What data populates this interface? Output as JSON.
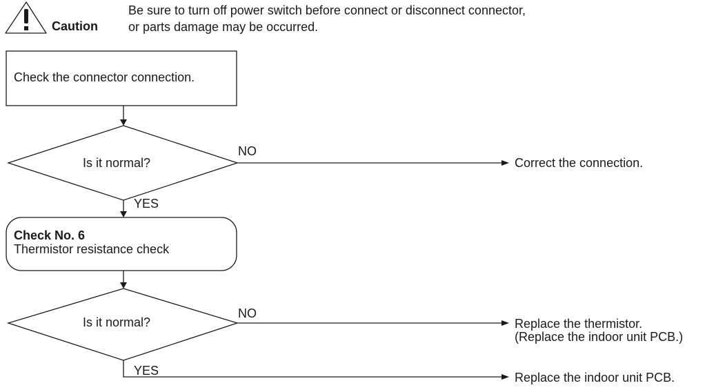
{
  "caution": {
    "label": "Caution",
    "line1": "Be sure to turn off power switch before connect or disconnect connector,",
    "line2": "or parts damage may be occurred."
  },
  "flow": {
    "step1": "Check the connector connection.",
    "decision1": "Is it normal?",
    "decision1_no": "NO",
    "decision1_no_action": "Correct the connection.",
    "decision1_yes": "YES",
    "step2_title": "Check No. 6",
    "step2_text": "Thermistor resistance check",
    "decision2": "Is it normal?",
    "decision2_no": "NO",
    "decision2_no_action_line1": "Replace the thermistor.",
    "decision2_no_action_line2": "(Replace the indoor unit PCB.)",
    "decision2_yes": "YES",
    "decision2_yes_action": "Replace the indoor unit PCB."
  }
}
